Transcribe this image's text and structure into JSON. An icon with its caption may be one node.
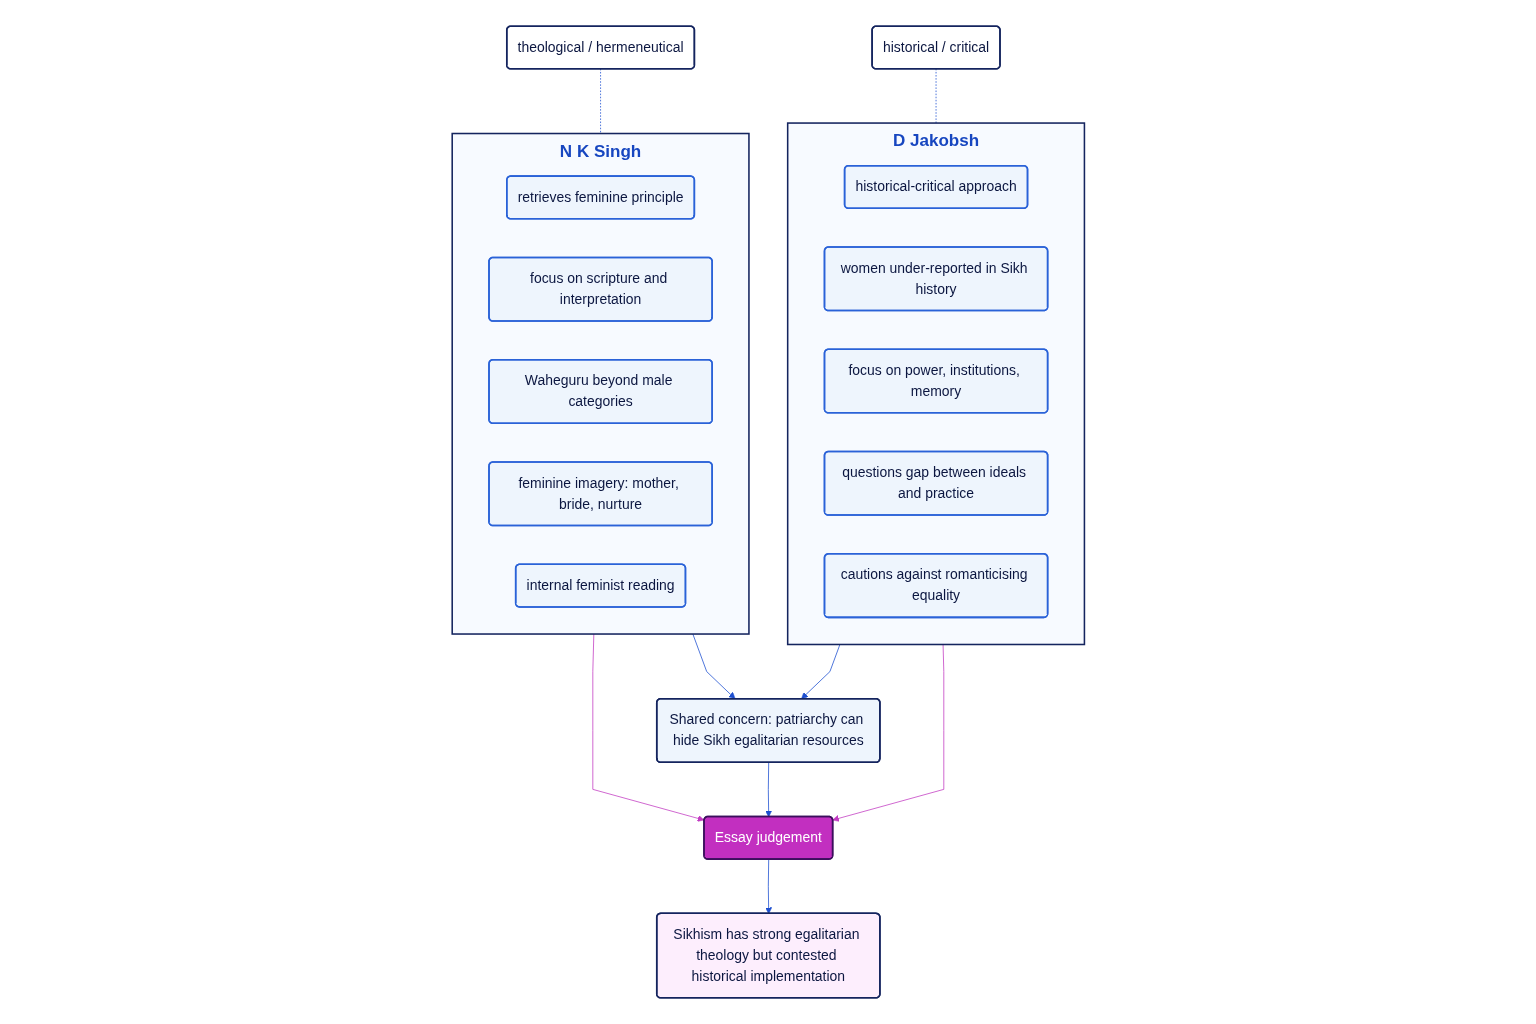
{
  "diagram": {
    "nodes": [
      {
        "text": [
          "N K Singh"
        ]
      },
      {
        "text": [
          "retrieves feminine principle"
        ],
        "in": 0
      },
      {
        "text": [
          "focus on scripture and interpretation"
        ],
        "in": 0
      },
      {
        "text": [
          "Waheguru beyond male categories"
        ],
        "in": 0
      },
      {
        "text": [
          "feminine imagery: mother, bride, nurture"
        ],
        "in": 0
      },
      {
        "text": [
          "internal feminist reading"
        ],
        "in": 0
      },
      {
        "text": [
          "D Jakobsh"
        ]
      },
      {
        "text": [
          "historical-critical approach"
        ],
        "in": 6
      },
      {
        "text": [
          "women under-reported in Sikh history"
        ],
        "in": 6
      },
      {
        "text": [
          "focus on power, institutions, memory"
        ],
        "in": 6
      },
      {
        "text": [
          "questions gap between ideals and practice"
        ],
        "in": 6
      },
      {
        "text": [
          "cautions against romanticising equality"
        ],
        "in": 6
      },
      {
        "text": [
          "theological / hermeneutical"
        ]
      },
      {
        "text": [
          "historical / critical"
        ]
      },
      {
        "text": [
          "Shared concern: patriarchy can hide Sikh egalitarian resources"
        ]
      },
      {
        "text": [
          "Essay judgement"
        ]
      },
      {
        "text": [
          "Sikhism has strong egalitarian theology but contested historical implementation"
        ]
      }
    ],
    "edges": [
      {
        "from": 12,
        "to": 0,
        "arrow": "none",
        "style": "dashed"
      },
      {
        "from": 13,
        "to": 6,
        "arrow": "none",
        "style": "dashed"
      },
      {
        "from": 0,
        "to": 15,
        "arrow": "to",
        "color": "#c23bc2"
      },
      {
        "from": 0,
        "to": 14,
        "arrow": "to"
      },
      {
        "from": 6,
        "to": 14,
        "arrow": "to"
      },
      {
        "from": 6,
        "to": 15,
        "arrow": "to",
        "color": "#c23bc2"
      },
      {
        "from": 14,
        "to": 15,
        "arrow": "to"
      },
      {
        "from": 15,
        "to": 16,
        "arrow": "to"
      }
    ]
  }
}
